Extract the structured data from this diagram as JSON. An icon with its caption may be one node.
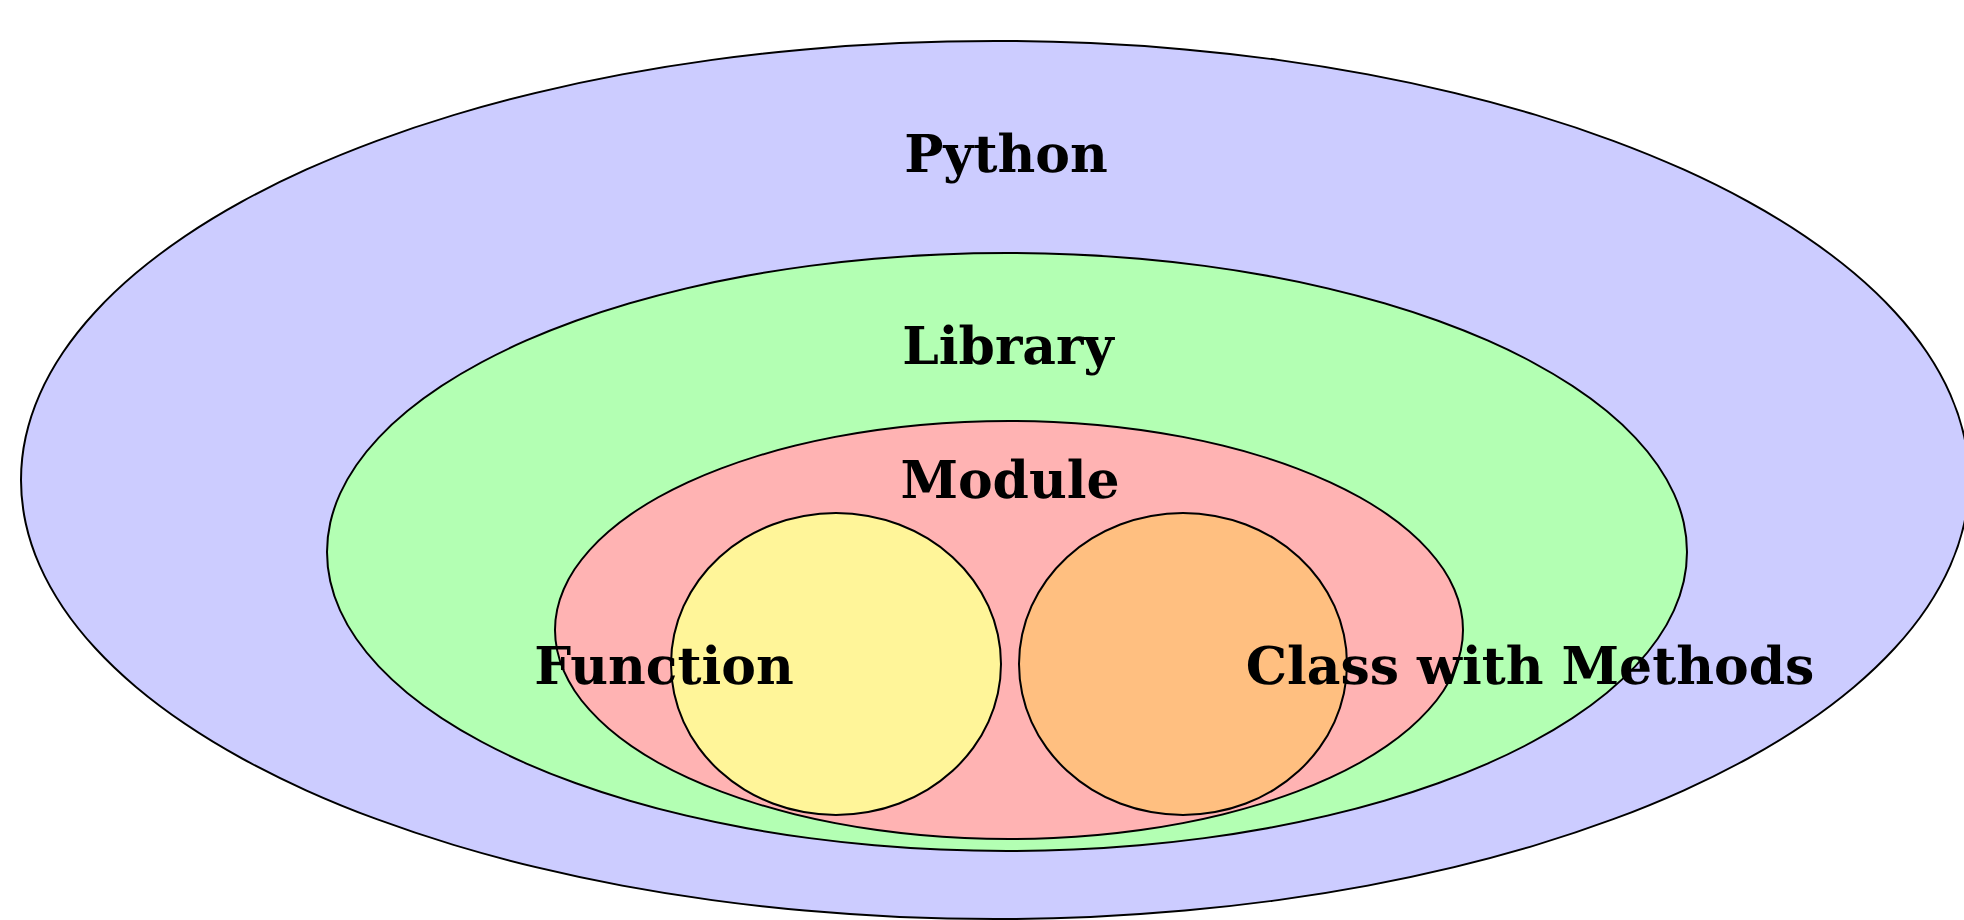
{
  "diagram": {
    "nodes": [
      {
        "text": [
          "Python"
        ]
      },
      {
        "text": [
          "Library"
        ],
        "in": 0
      },
      {
        "text": [
          "Module"
        ],
        "in": 1
      },
      {
        "text": [
          "Function"
        ],
        "in": 2
      },
      {
        "text": [
          "Class with Methods"
        ],
        "in": 2
      }
    ]
  }
}
